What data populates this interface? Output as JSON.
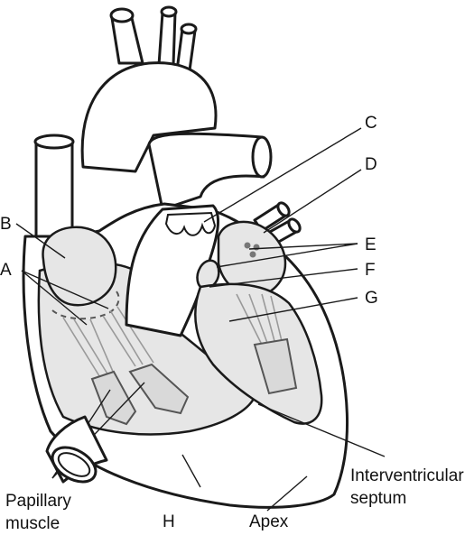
{
  "labels": {
    "a": "A",
    "b": "B",
    "c": "C",
    "d": "D",
    "e": "E",
    "f": "F",
    "g": "G",
    "h": "H",
    "papillary_line1": "Papillary",
    "papillary_line2": "muscle",
    "apex": "Apex",
    "septum_line1": "Interventricular",
    "septum_line2": "septum"
  },
  "colors": {
    "outline": "#1a1a1a",
    "chamber_fill": "#e6e6e6",
    "background": "#ffffff"
  }
}
